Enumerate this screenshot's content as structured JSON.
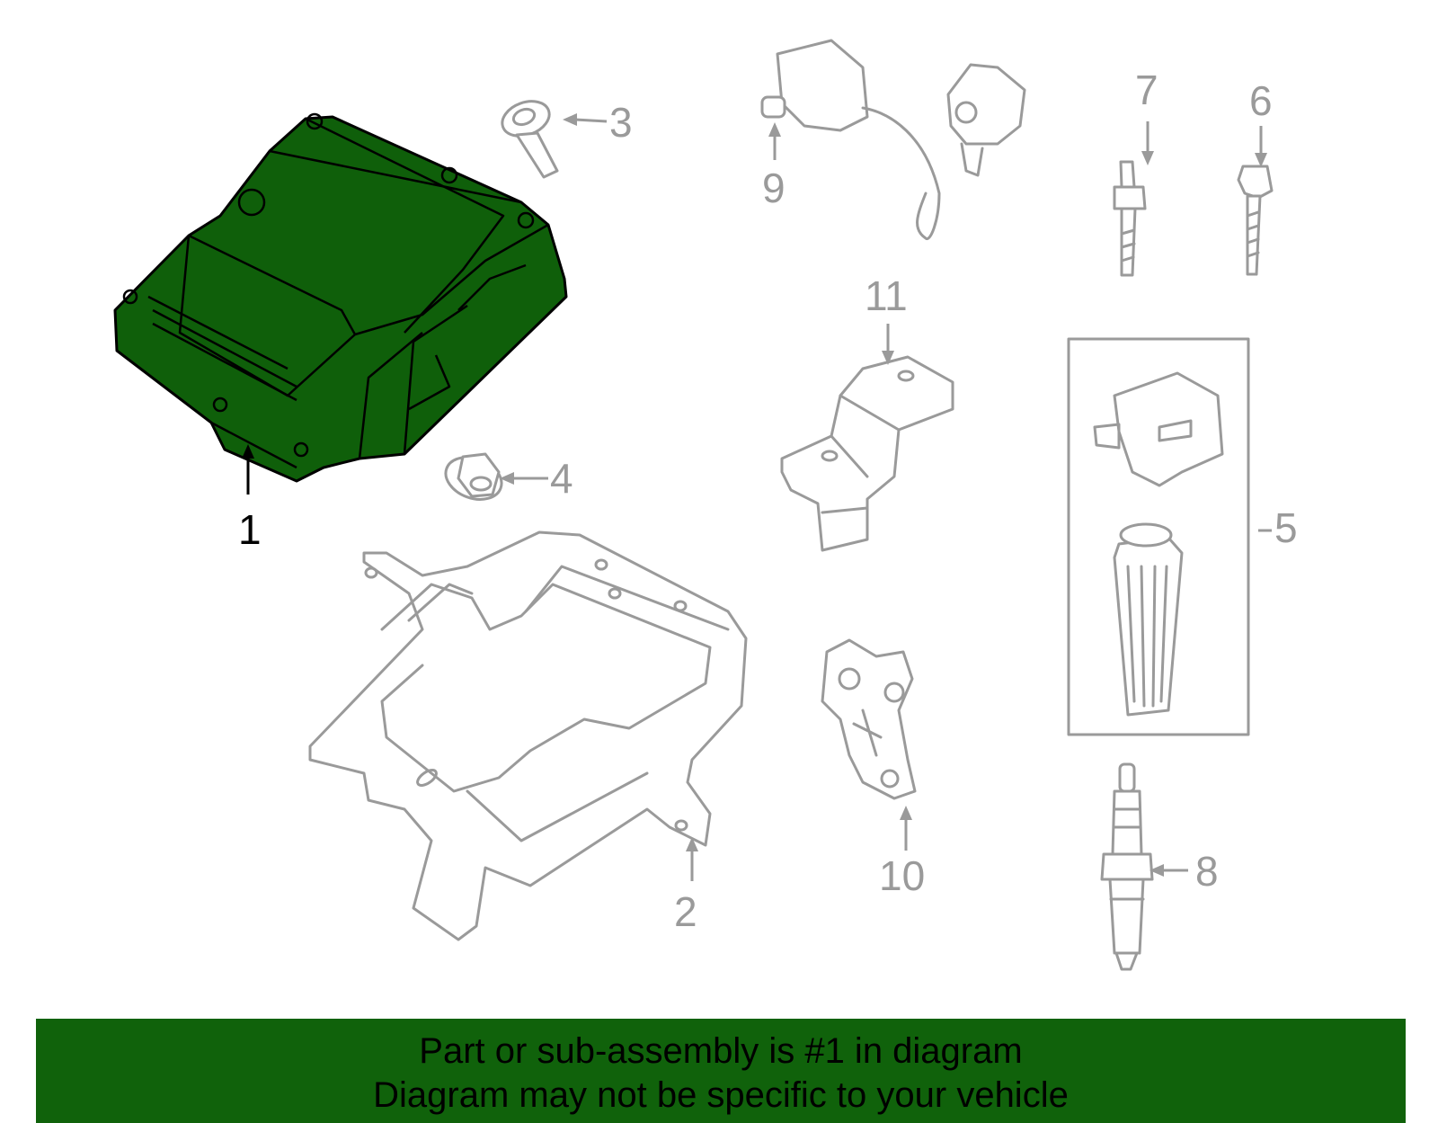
{
  "callouts": {
    "c1": "1",
    "c2": "2",
    "c3": "3",
    "c4": "4",
    "c5": "5",
    "c6": "6",
    "c7": "7",
    "c8": "8",
    "c9": "9",
    "c10": "10",
    "c11": "11"
  },
  "highlighted_part": "1",
  "colors": {
    "highlight": "#0f5f0a",
    "banner": "#10620b",
    "part_outline": "#9a9a9a"
  },
  "banner": {
    "line1": "Part or sub-assembly is #1 in diagram",
    "line2": "Diagram may not be specific to your vehicle"
  }
}
